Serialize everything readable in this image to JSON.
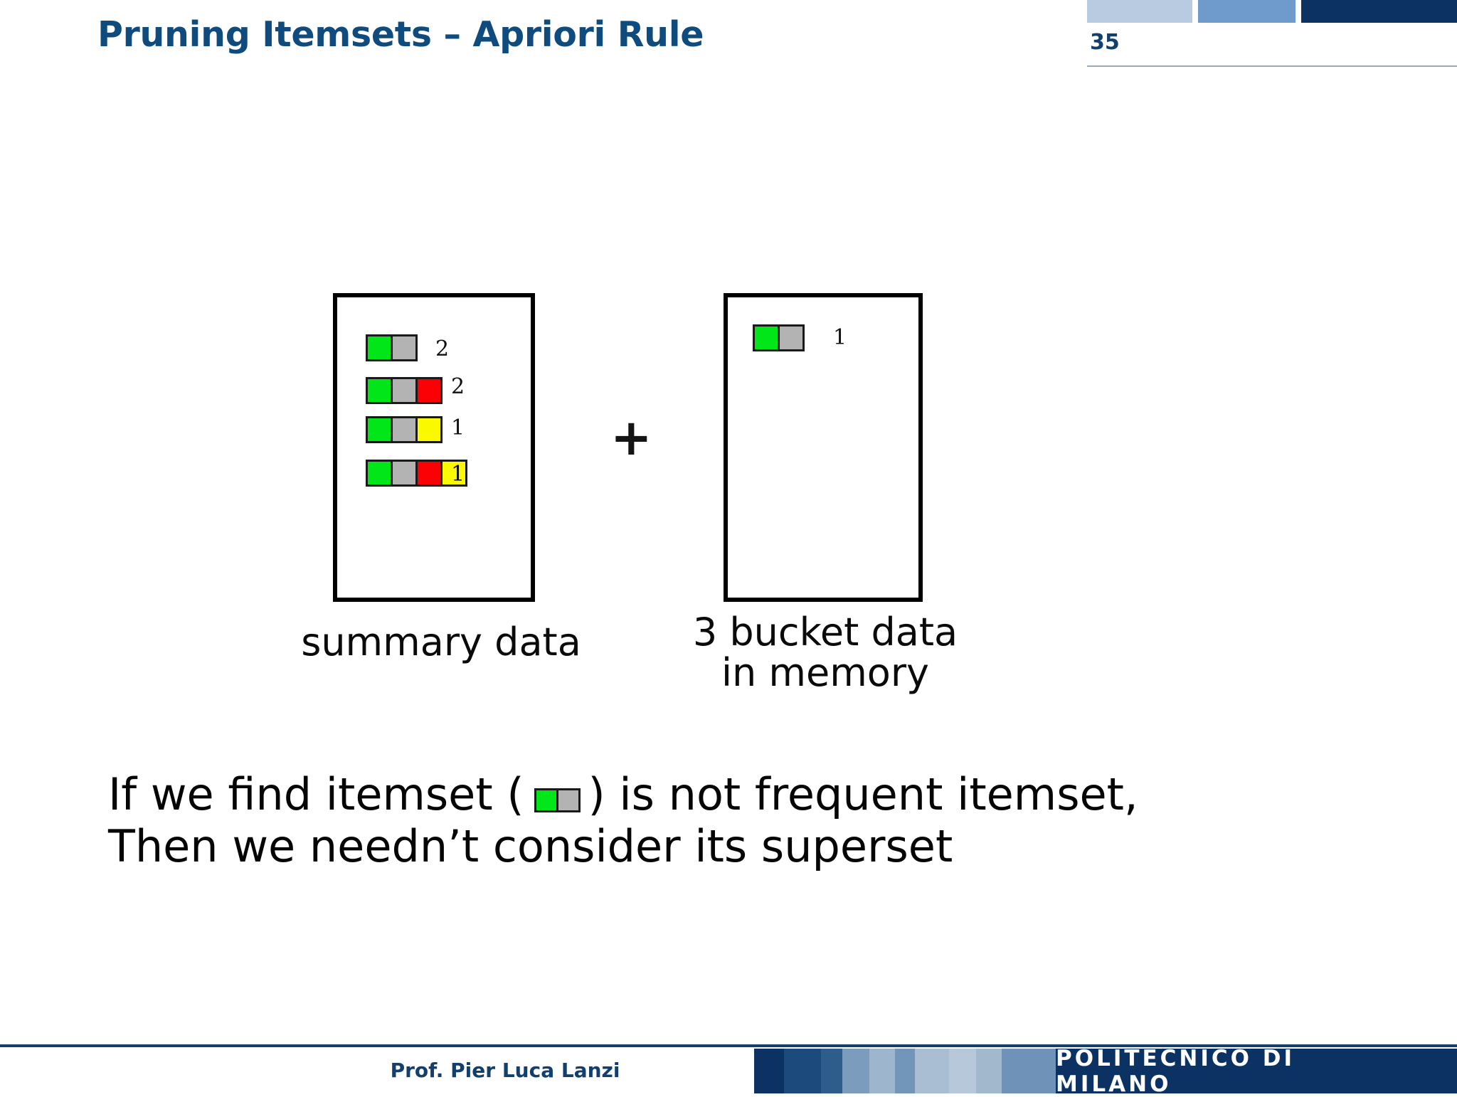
{
  "header": {
    "title": "Pruning Itemsets – Apriori Rule",
    "page_number": "35",
    "title_color": "#0f4b7d",
    "blocks": [
      {
        "name": "header-block-light",
        "color": "#b9cbe0"
      },
      {
        "name": "header-block-medium",
        "color": "#6e9bcb"
      },
      {
        "name": "header-block-dark",
        "color": "#0b3263"
      }
    ]
  },
  "diagram": {
    "plus_symbol": "+",
    "item_colors": {
      "green": "#00e618",
      "gray": "#b3b3b3",
      "red": "#fb0005",
      "yellow": "#fbf900"
    },
    "summary_panel": {
      "caption": "summary data",
      "rows": [
        {
          "cells": [
            "green",
            "gray"
          ],
          "count": "2"
        },
        {
          "cells": [
            "green",
            "gray",
            "red"
          ],
          "count": "2"
        },
        {
          "cells": [
            "green",
            "gray",
            "yellow"
          ],
          "count": "1"
        },
        {
          "cells": [
            "green",
            "gray",
            "red",
            "yellow"
          ],
          "count": "1"
        }
      ]
    },
    "bucket_panel": {
      "caption_line1": "3 bucket data",
      "caption_line2": "in memory",
      "rows": [
        {
          "cells": [
            "green",
            "gray"
          ],
          "count": "1"
        }
      ]
    }
  },
  "body": {
    "line1_part1": "If we find itemset (",
    "line1_inline_cells": [
      "green",
      "gray"
    ],
    "line1_part2": ") is not frequent itemset,",
    "line2": "Then we needn’t consider its superset"
  },
  "footer": {
    "author": "Prof. Pier Luca Lanzi",
    "logo": "POLITECNICO DI MILANO",
    "logo_bg": "#0b3263",
    "stripes": [
      {
        "color": "#0b3263",
        "width": 42
      },
      {
        "color": "#1d4a7c",
        "width": 52
      },
      {
        "color": "#2f5d8b",
        "width": 30
      },
      {
        "color": "#7b9cbc",
        "width": 38
      },
      {
        "color": "#9db6cd",
        "width": 36
      },
      {
        "color": "#7295ba",
        "width": 28
      },
      {
        "color": "#a9bed2",
        "width": 48
      },
      {
        "color": "#b6c8d9",
        "width": 38
      },
      {
        "color": "#a1b8cd",
        "width": 36
      },
      {
        "color": "#6f93b8",
        "width": 76
      }
    ]
  }
}
